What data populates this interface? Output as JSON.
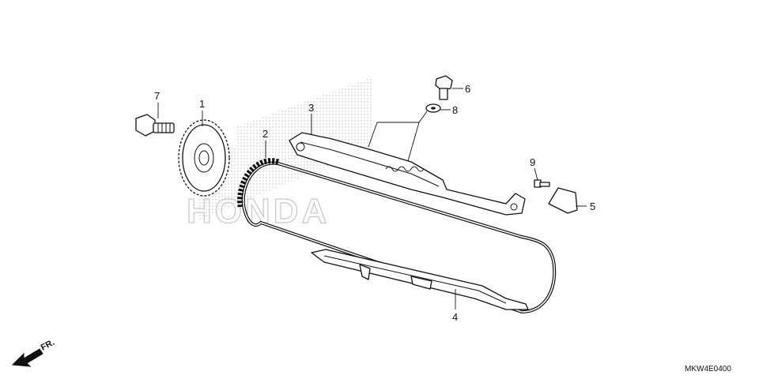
{
  "watermark": "HONDA",
  "diagram_code": "MKW4E0400",
  "direction_label": "FR.",
  "callouts": {
    "c1": "1",
    "c2": "2",
    "c3": "3",
    "c4": "4",
    "c5": "5",
    "c6": "6",
    "c7": "7",
    "c8": "8",
    "c9": "9"
  }
}
